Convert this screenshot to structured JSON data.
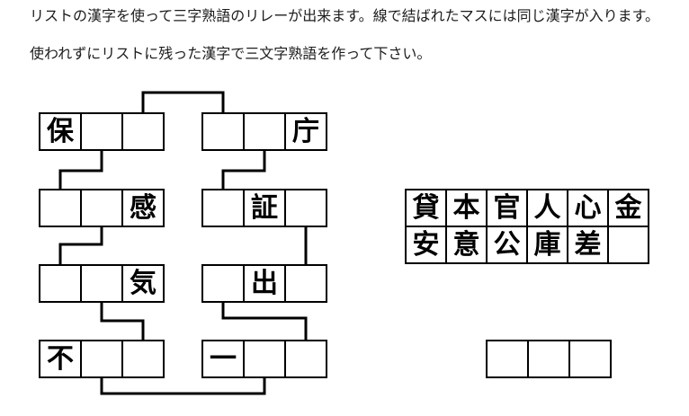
{
  "page": {
    "background_color": "#ffffff",
    "text_color": "#1c1c1c",
    "line_color": "#000000"
  },
  "instructions": {
    "line1": "リストの漢字を使って三字熟語のリレーが出来ます。線で結ばれたマスには同じ漢字が入ります。",
    "line2": "使われずにリストに残った漢字で三文字熟語を作って下さい。"
  },
  "puzzle": {
    "boxes": [
      {
        "id": "L1",
        "cells": [
          "保",
          "",
          ""
        ]
      },
      {
        "id": "R1",
        "cells": [
          "",
          "",
          "庁"
        ]
      },
      {
        "id": "L2",
        "cells": [
          "",
          "",
          "感"
        ]
      },
      {
        "id": "R2",
        "cells": [
          "",
          "証",
          ""
        ]
      },
      {
        "id": "L3",
        "cells": [
          "",
          "",
          "気"
        ]
      },
      {
        "id": "R3",
        "cells": [
          "",
          "出",
          ""
        ]
      },
      {
        "id": "L4",
        "cells": [
          "不",
          "",
          ""
        ]
      },
      {
        "id": "R4",
        "cells": [
          "一",
          "",
          ""
        ]
      }
    ],
    "connections": [
      {
        "from": "L1.cell3.top",
        "to": "R1.cell1.top"
      },
      {
        "from": "L1.cell2.bottom",
        "to": "L2.cell1.top"
      },
      {
        "from": "R1.cell2.bottom",
        "to": "R2.cell1.top"
      },
      {
        "from": "L2.cell2.bottom",
        "to": "L3.cell1.top"
      },
      {
        "from": "R2.cell3.bottom",
        "to": "R3.cell3.top"
      },
      {
        "from": "L3.cell2.bottom",
        "to": "L4.cell3.top"
      },
      {
        "from": "R3.cell1.bottom",
        "to": "R4.cell3.top"
      },
      {
        "from": "L4.cell2.bottom",
        "to": "R4.cell2.bottom"
      }
    ]
  },
  "kanji_list": {
    "rows": [
      [
        "貸",
        "本",
        "官",
        "人",
        "心",
        "金"
      ],
      [
        "安",
        "意",
        "公",
        "庫",
        "差",
        ""
      ]
    ]
  },
  "answer_row": {
    "cells": [
      "",
      "",
      ""
    ]
  }
}
